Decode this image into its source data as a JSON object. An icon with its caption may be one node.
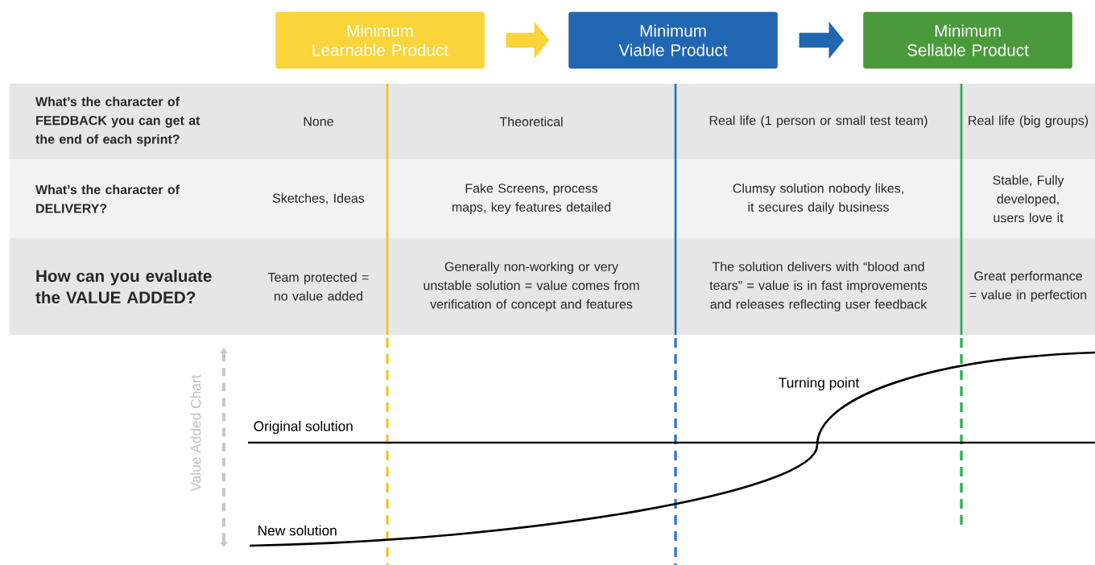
{
  "diagram": {
    "nodes": [
      {
        "text": [
          "Minimum Learnable Product"
        ]
      },
      {
        "text": [
          "Minimum Viable Product"
        ]
      },
      {
        "text": [
          "Minimum Sellable Product"
        ]
      }
    ],
    "edges": [
      {
        "from": 0,
        "to": 1,
        "arrow": "to",
        "color": "#f9d43a"
      },
      {
        "from": 1,
        "to": 2,
        "arrow": "to",
        "color": "#2166b0"
      }
    ],
    "labels": [
      "What’s the character of FEEDBACK you can get at the end of each sprint?",
      "None",
      "Theoretical",
      "Real life (1 person or small test team)",
      "Real life (big groups)",
      "What’s the character of DELIVERY?",
      "Sketches, Ideas",
      "Fake Screens, process maps, key features detailed",
      "Clumsy solution nobody likes, it secures daily business",
      "Stable, Fully developed, users love it",
      "How can you evaluate the VALUE ADDED?",
      "Team protected = no value added",
      "Generally non-working or very unstable solution = value comes from verification of concept and features",
      "The solution delivers with “blood and tears” = value is in fast improvements and releases reflecting user feedback",
      "Great performance = value in perfection",
      "Turning point",
      "Original solution",
      "Value Added Chart",
      "New solution"
    ]
  }
}
